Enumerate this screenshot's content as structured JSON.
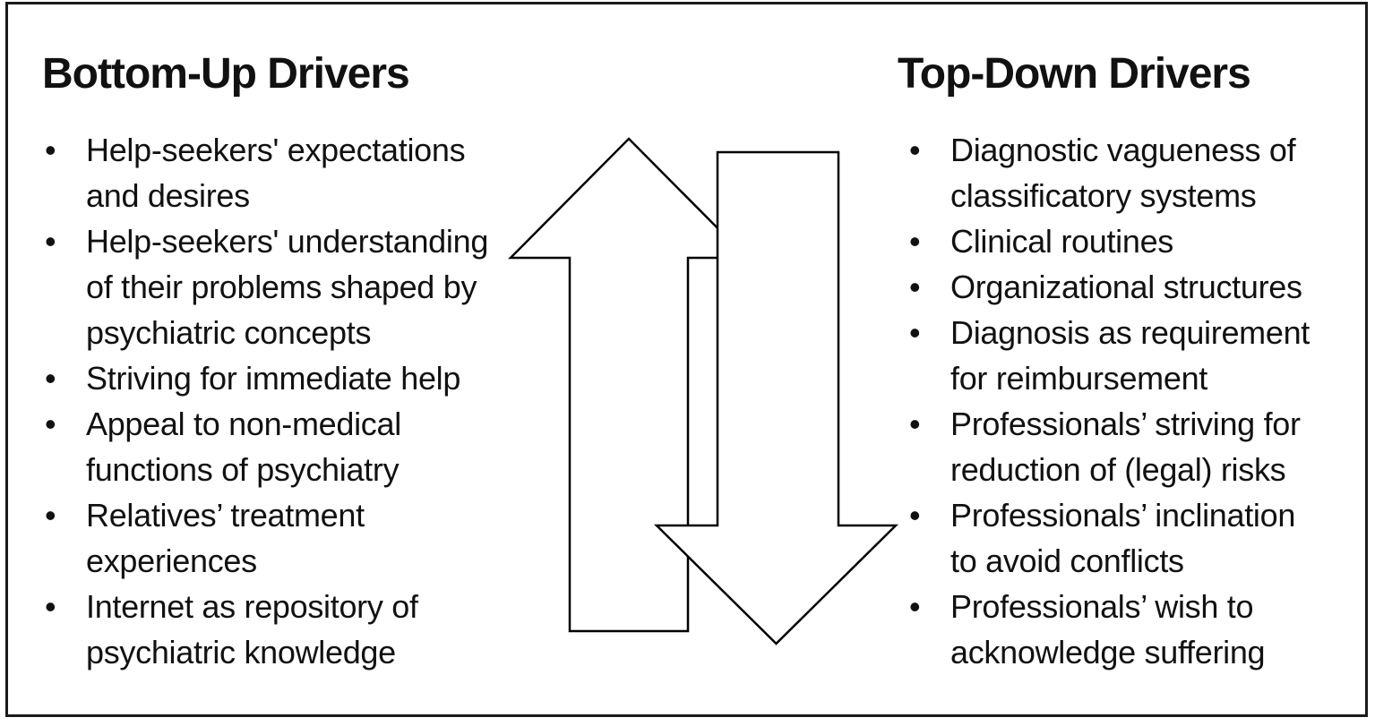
{
  "figure": {
    "description": "Two-column diagram of drivers with opposing vertical arrows between the columns",
    "colors": {
      "background": "#ffffff",
      "border": "#1a1a1a",
      "text": "#111111",
      "arrow_stroke": "#000000",
      "arrow_fill": "#ffffff"
    },
    "arrows": {
      "up": "up-arrow",
      "down": "down-arrow"
    },
    "left_panel": {
      "title": "Bottom-Up Drivers",
      "items": [
        {
          "text": "Help-seekers' expectations\nand desires"
        },
        {
          "text": "Help-seekers' understanding\nof their problems shaped by\npsychiatric concepts"
        },
        {
          "text": "Striving for immediate help"
        },
        {
          "text": "Appeal to non-medical\nfunctions of psychiatry"
        },
        {
          "text": "Relatives’ treatment\nexperiences"
        },
        {
          "text": "Internet as repository of\npsychiatric knowledge"
        }
      ]
    },
    "right_panel": {
      "title": "Top-Down Drivers",
      "items": [
        {
          "text": "Diagnostic vagueness of\nclassificatory systems"
        },
        {
          "text": "Clinical routines"
        },
        {
          "text": "Organizational structures"
        },
        {
          "text": "Diagnosis as requirement\nfor reimbursement"
        },
        {
          "text": "Professionals’ striving for\nreduction of (legal) risks"
        },
        {
          "text": "Professionals’ inclination\nto avoid conflicts"
        },
        {
          "text": "Professionals’ wish to\nacknowledge suffering"
        }
      ]
    }
  }
}
